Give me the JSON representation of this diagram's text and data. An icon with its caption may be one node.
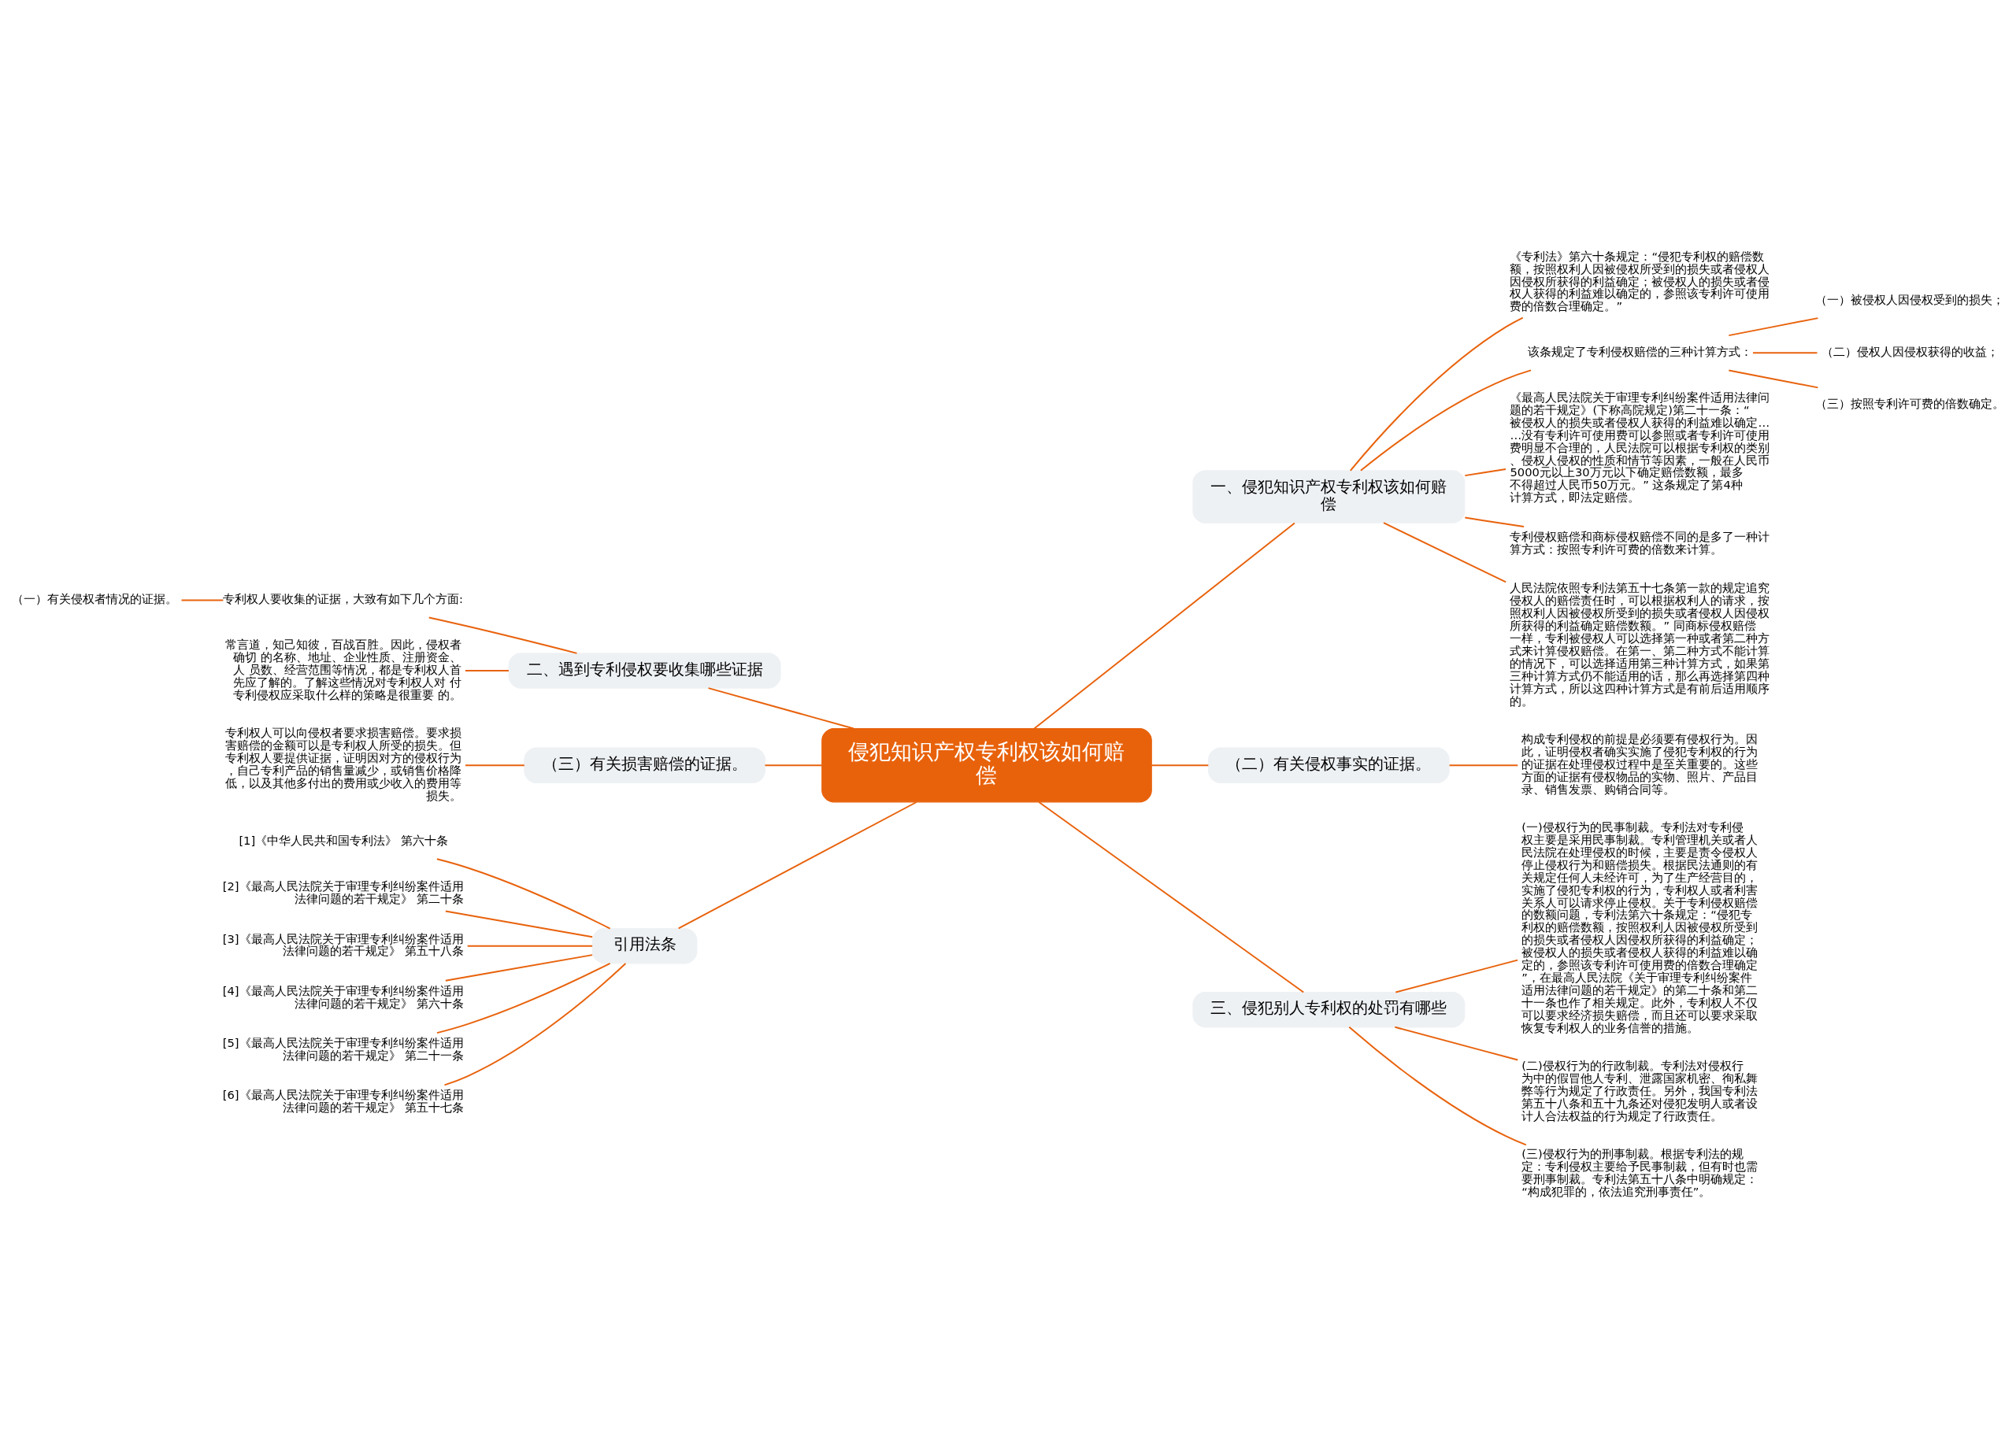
{
  "diagram": {
    "nodes": [
      {
        "text": [
          "侵犯知识产权专利权该如何赔偿"
        ]
      },
      {
        "text": [
          "一、侵犯知识产权专利权该如何赔偿"
        ]
      },
      {
        "text": [
          "《专利法》第六十条规定：“侵犯专利权的赔偿数额，按照权利人因被侵权所受到的损失或者侵权人因侵权所获得的利益确定；被侵权人的损失或者侵权人获得的利益难以确定的，参照该专利许可使用费的倍数合理确定。”"
        ]
      },
      {
        "text": [
          "该条规定了专利侵权赔偿的三种计算方式："
        ]
      },
      {
        "text": [
          "（一）被侵权人因侵权受到的损失；"
        ]
      },
      {
        "text": [
          "（二）侵权人因侵权获得的收益；"
        ]
      },
      {
        "text": [
          "（三）按照专利许可费的倍数确定。"
        ]
      },
      {
        "text": [
          "《最高人民法院关于审理专利纠纷案件适用法律问题的若干规定》(下称高院规定)第二十一条：“被侵权人的损失或者侵权人获得的利益难以确定……没有专利许可使用费可以参照或者专利许可使用费明显不合理的，人民法院可以根据专利权的类别、侵权人侵权的性质和情节等因素，一般在人民币5000元以上30万元以下确定赔偿数额，最多不得超过人民币50万元。” 这条规定了第4种计算方式，即法定赔偿。"
        ]
      },
      {
        "text": [
          "专利侵权赔偿和商标侵权赔偿不同的是多了一种计算方式：按照专利许可费的倍数来计算。"
        ]
      },
      {
        "text": [
          "人民法院依照专利法第五十七条第一款的规定追究侵权人的赔偿责任时，可以根据权利人的请求，按照权利人因被侵权所受到的损失或者侵权人因侵权所获得的利益确定赔偿数额。” 同商标侵权赔偿一样，专利被侵权人可以选择第一种或者第二种方式来计算侵权赔偿。在第一、第二种方式不能计算的情况下，可以选择适用第三种计算方式，如果第三种计算方式仍不能适用的话，那么再选择第四种计算方式，所以这四种计算方式是有前后适用顺序的。"
        ]
      },
      {
        "text": [
          "二、遇到专利侵权要收集哪些证据"
        ]
      },
      {
        "text": [
          "专利权人要收集的证据，大致有如下几个方面:"
        ]
      },
      {
        "text": [
          "（一）有关侵权者情况的证据。"
        ]
      },
      {
        "text": [
          "常言道，知己知彼，百战百胜。因此，侵权者确切 的名称、地址、企业性质、注册资金、人 员数、经营范围等情况，都是专利权人首先应了解的。了解这些情况对专利权人对 付专利侵权应采取什么样的策略是很重要 的。"
        ]
      },
      {
        "text": [
          "（三）有关损害赔偿的证据。"
        ]
      },
      {
        "text": [
          "专利权人可以向侵权者要求损害赔偿。要求损害赔偿的金额可以是专利权人所受的损失。但专利权人要提供证据，证明因对方的侵权行为，自己专利产品的销售量减少，或销售价格降低，以及其他多付出的费用或少收入的费用等损失。"
        ]
      },
      {
        "text": [
          "（二）有关侵权事实的证据。"
        ]
      },
      {
        "text": [
          "构成专利侵权的前提是必须要有侵权行为。因此，证明侵权者确实实施了侵犯专利权的行为的证据在处理侵权过程中是至关重要的。这些方面的证据有侵权物品的实物、照片、产品目录、销售发票、购销合同等。"
        ]
      },
      {
        "text": [
          "引用法条"
        ]
      },
      {
        "text": [
          "[1]《中华人民共和国专利法》 第六十条"
        ]
      },
      {
        "text": [
          "[2]《最高人民法院关于审理专利纠纷案件适用法律问题的若干规定》 第二十条"
        ]
      },
      {
        "text": [
          "[3]《最高人民法院关于审理专利纠纷案件适用法律问题的若干规定》 第五十八条"
        ]
      },
      {
        "text": [
          "[4]《最高人民法院关于审理专利纠纷案件适用法律问题的若干规定》 第六十条"
        ]
      },
      {
        "text": [
          "[5]《最高人民法院关于审理专利纠纷案件适用法律问题的若干规定》 第二十一条"
        ]
      },
      {
        "text": [
          "[6]《最高人民法院关于审理专利纠纷案件适用法律问题的若干规定》 第五十七条"
        ]
      },
      {
        "text": [
          "三、侵犯别人专利权的处罚有哪些"
        ]
      },
      {
        "text": [
          "(一)侵权行为的民事制裁。专利法对专利侵权主要是采用民事制裁。专利管理机关或者人民法院在处理侵权的时候，主要是责令侵权人停止侵权行为和赔偿损失。根据民法通则的有关规定任何人未经许可，为了生产经营目的，实施了侵犯专利权的行为，专利权人或者利害关系人可以请求停止侵权。关于专利侵权赔偿的数额问题，专利法第六十条规定：“侵犯专利权的赔偿数额，按照权利人因被侵权所受到的损失或者侵权人因侵权所获得的利益确定；被侵权人的损失或者侵权人获得的利益难以确定的，参照该专利许可使用费的倍数合理确定”，在最高人民法院《关于审理专利纠纷案件适用法律问题的若干规定》的第二十条和第二十一条也作了相关规定。此外，专利权人不仅可以要求经济损失赔偿，而且还可以要求采取恢复专利权人的业务信誉的措施。"
        ]
      },
      {
        "text": [
          "(二)侵权行为的行政制裁。专利法对侵权行为中的假冒他人专利、泄露国家机密、徇私舞弊等行为规定了行政责任。另外，我国专利法第五十八条和五十九条还对侵犯发明人或者设计人合法权益的行为规定了行政责任。"
        ]
      },
      {
        "text": [
          "(三)侵权行为的刑事制裁。根据专利法的规定：专利侵权主要给予民事制裁，但有时也需要刑事制裁。专利法第五十八条中明确规定：“构成犯罪的，依法追究刑事责任”。"
        ]
      }
    ],
    "edges": [
      {
        "from": 0,
        "to": 1,
        "arrow": "none"
      },
      {
        "from": 1,
        "to": 2,
        "arrow": "none"
      },
      {
        "from": 1,
        "to": 3,
        "arrow": "none"
      },
      {
        "from": 3,
        "to": 4,
        "arrow": "none"
      },
      {
        "from": 3,
        "to": 5,
        "arrow": "none"
      },
      {
        "from": 3,
        "to": 6,
        "arrow": "none"
      },
      {
        "from": 1,
        "to": 7,
        "arrow": "none"
      },
      {
        "from": 1,
        "to": 8,
        "arrow": "none"
      },
      {
        "from": 1,
        "to": 9,
        "arrow": "none"
      },
      {
        "from": 0,
        "to": 10,
        "arrow": "none"
      },
      {
        "from": 10,
        "to": 11,
        "arrow": "none"
      },
      {
        "from": 11,
        "to": 12,
        "arrow": "none"
      },
      {
        "from": 10,
        "to": 13,
        "arrow": "none"
      },
      {
        "from": 0,
        "to": 14,
        "arrow": "none"
      },
      {
        "from": 14,
        "to": 15,
        "arrow": "none"
      },
      {
        "from": 0,
        "to": 16,
        "arrow": "none"
      },
      {
        "from": 16,
        "to": 17,
        "arrow": "none"
      },
      {
        "from": 0,
        "to": 18,
        "arrow": "none"
      },
      {
        "from": 18,
        "to": 19,
        "arrow": "none"
      },
      {
        "from": 18,
        "to": 20,
        "arrow": "none"
      },
      {
        "from": 18,
        "to": 21,
        "arrow": "none"
      },
      {
        "from": 18,
        "to": 22,
        "arrow": "none"
      },
      {
        "from": 18,
        "to": 23,
        "arrow": "none"
      },
      {
        "from": 18,
        "to": 24,
        "arrow": "none"
      },
      {
        "from": 0,
        "to": 25,
        "arrow": "none"
      },
      {
        "from": 25,
        "to": 26,
        "arrow": "none"
      },
      {
        "from": 25,
        "to": 27,
        "arrow": "none"
      },
      {
        "from": 25,
        "to": 28,
        "arrow": "none"
      }
    ]
  }
}
